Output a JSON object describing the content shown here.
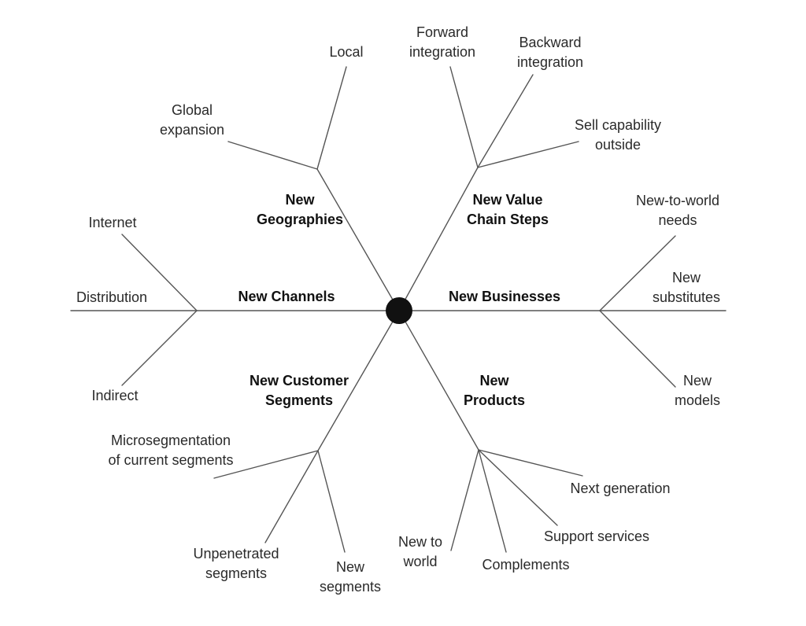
{
  "hub": {
    "branches": [
      {
        "id": "geographies",
        "title": [
          "New",
          "Geographies"
        ],
        "items": [
          {
            "id": "local",
            "text": [
              "Local"
            ]
          },
          {
            "id": "global",
            "text": [
              "Global",
              "expansion"
            ]
          }
        ]
      },
      {
        "id": "value-chain",
        "title": [
          "New Value",
          "Chain Steps"
        ],
        "items": [
          {
            "id": "forward",
            "text": [
              "Forward",
              "integration"
            ]
          },
          {
            "id": "backward",
            "text": [
              "Backward",
              "integration"
            ]
          },
          {
            "id": "sell",
            "text": [
              "Sell capability",
              "outside"
            ]
          }
        ]
      },
      {
        "id": "channels",
        "title": [
          "New Channels"
        ],
        "items": [
          {
            "id": "internet",
            "text": [
              "Internet"
            ]
          },
          {
            "id": "distribution",
            "text": [
              "Distribution"
            ]
          },
          {
            "id": "indirect",
            "text": [
              "Indirect"
            ]
          }
        ]
      },
      {
        "id": "businesses",
        "title": [
          "New Businesses"
        ],
        "items": [
          {
            "id": "needs",
            "text": [
              "New-to-world",
              "needs"
            ]
          },
          {
            "id": "substitutes",
            "text": [
              "New",
              "substitutes"
            ]
          },
          {
            "id": "models",
            "text": [
              "New",
              "models"
            ]
          }
        ]
      },
      {
        "id": "customer-segments",
        "title": [
          "New Customer",
          "Segments"
        ],
        "items": [
          {
            "id": "micro",
            "text": [
              "Microsegmentation",
              "of current segments"
            ]
          },
          {
            "id": "unpenetrated",
            "text": [
              "Unpenetrated",
              "segments"
            ]
          },
          {
            "id": "newseg",
            "text": [
              "New",
              "segments"
            ]
          }
        ]
      },
      {
        "id": "products",
        "title": [
          "New",
          "Products"
        ],
        "items": [
          {
            "id": "nextgen",
            "text": [
              "Next generation"
            ]
          },
          {
            "id": "support",
            "text": [
              "Support services"
            ]
          },
          {
            "id": "complements",
            "text": [
              "Complements"
            ]
          },
          {
            "id": "newtoworld",
            "text": [
              "New to",
              "world"
            ]
          }
        ]
      }
    ]
  }
}
